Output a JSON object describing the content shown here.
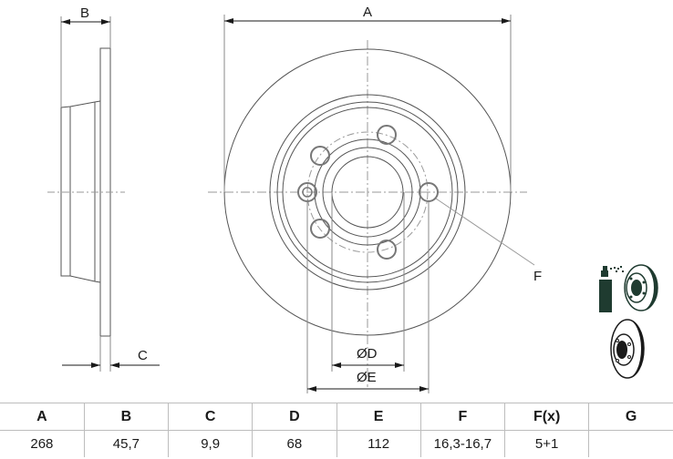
{
  "drawing": {
    "title": "Brake disc technical drawing",
    "dimension_labels": {
      "A": "A",
      "B": "B",
      "C": "C",
      "D": "ØD",
      "E": "ØE",
      "F": "F"
    },
    "icons": [
      {
        "name": "spray-coated-disc-icon",
        "meaning": "coated disc"
      },
      {
        "name": "brake-disc-icon",
        "meaning": "brake disc"
      }
    ],
    "line_color": "#555555",
    "centerline_color": "#9a9a9a"
  },
  "spec_table": {
    "headers": [
      "A",
      "B",
      "C",
      "D",
      "E",
      "F",
      "F(x)",
      "G"
    ],
    "values": [
      "268",
      "45,7",
      "9,9",
      "68",
      "112",
      "16,3-16,7",
      "5+1",
      ""
    ]
  }
}
